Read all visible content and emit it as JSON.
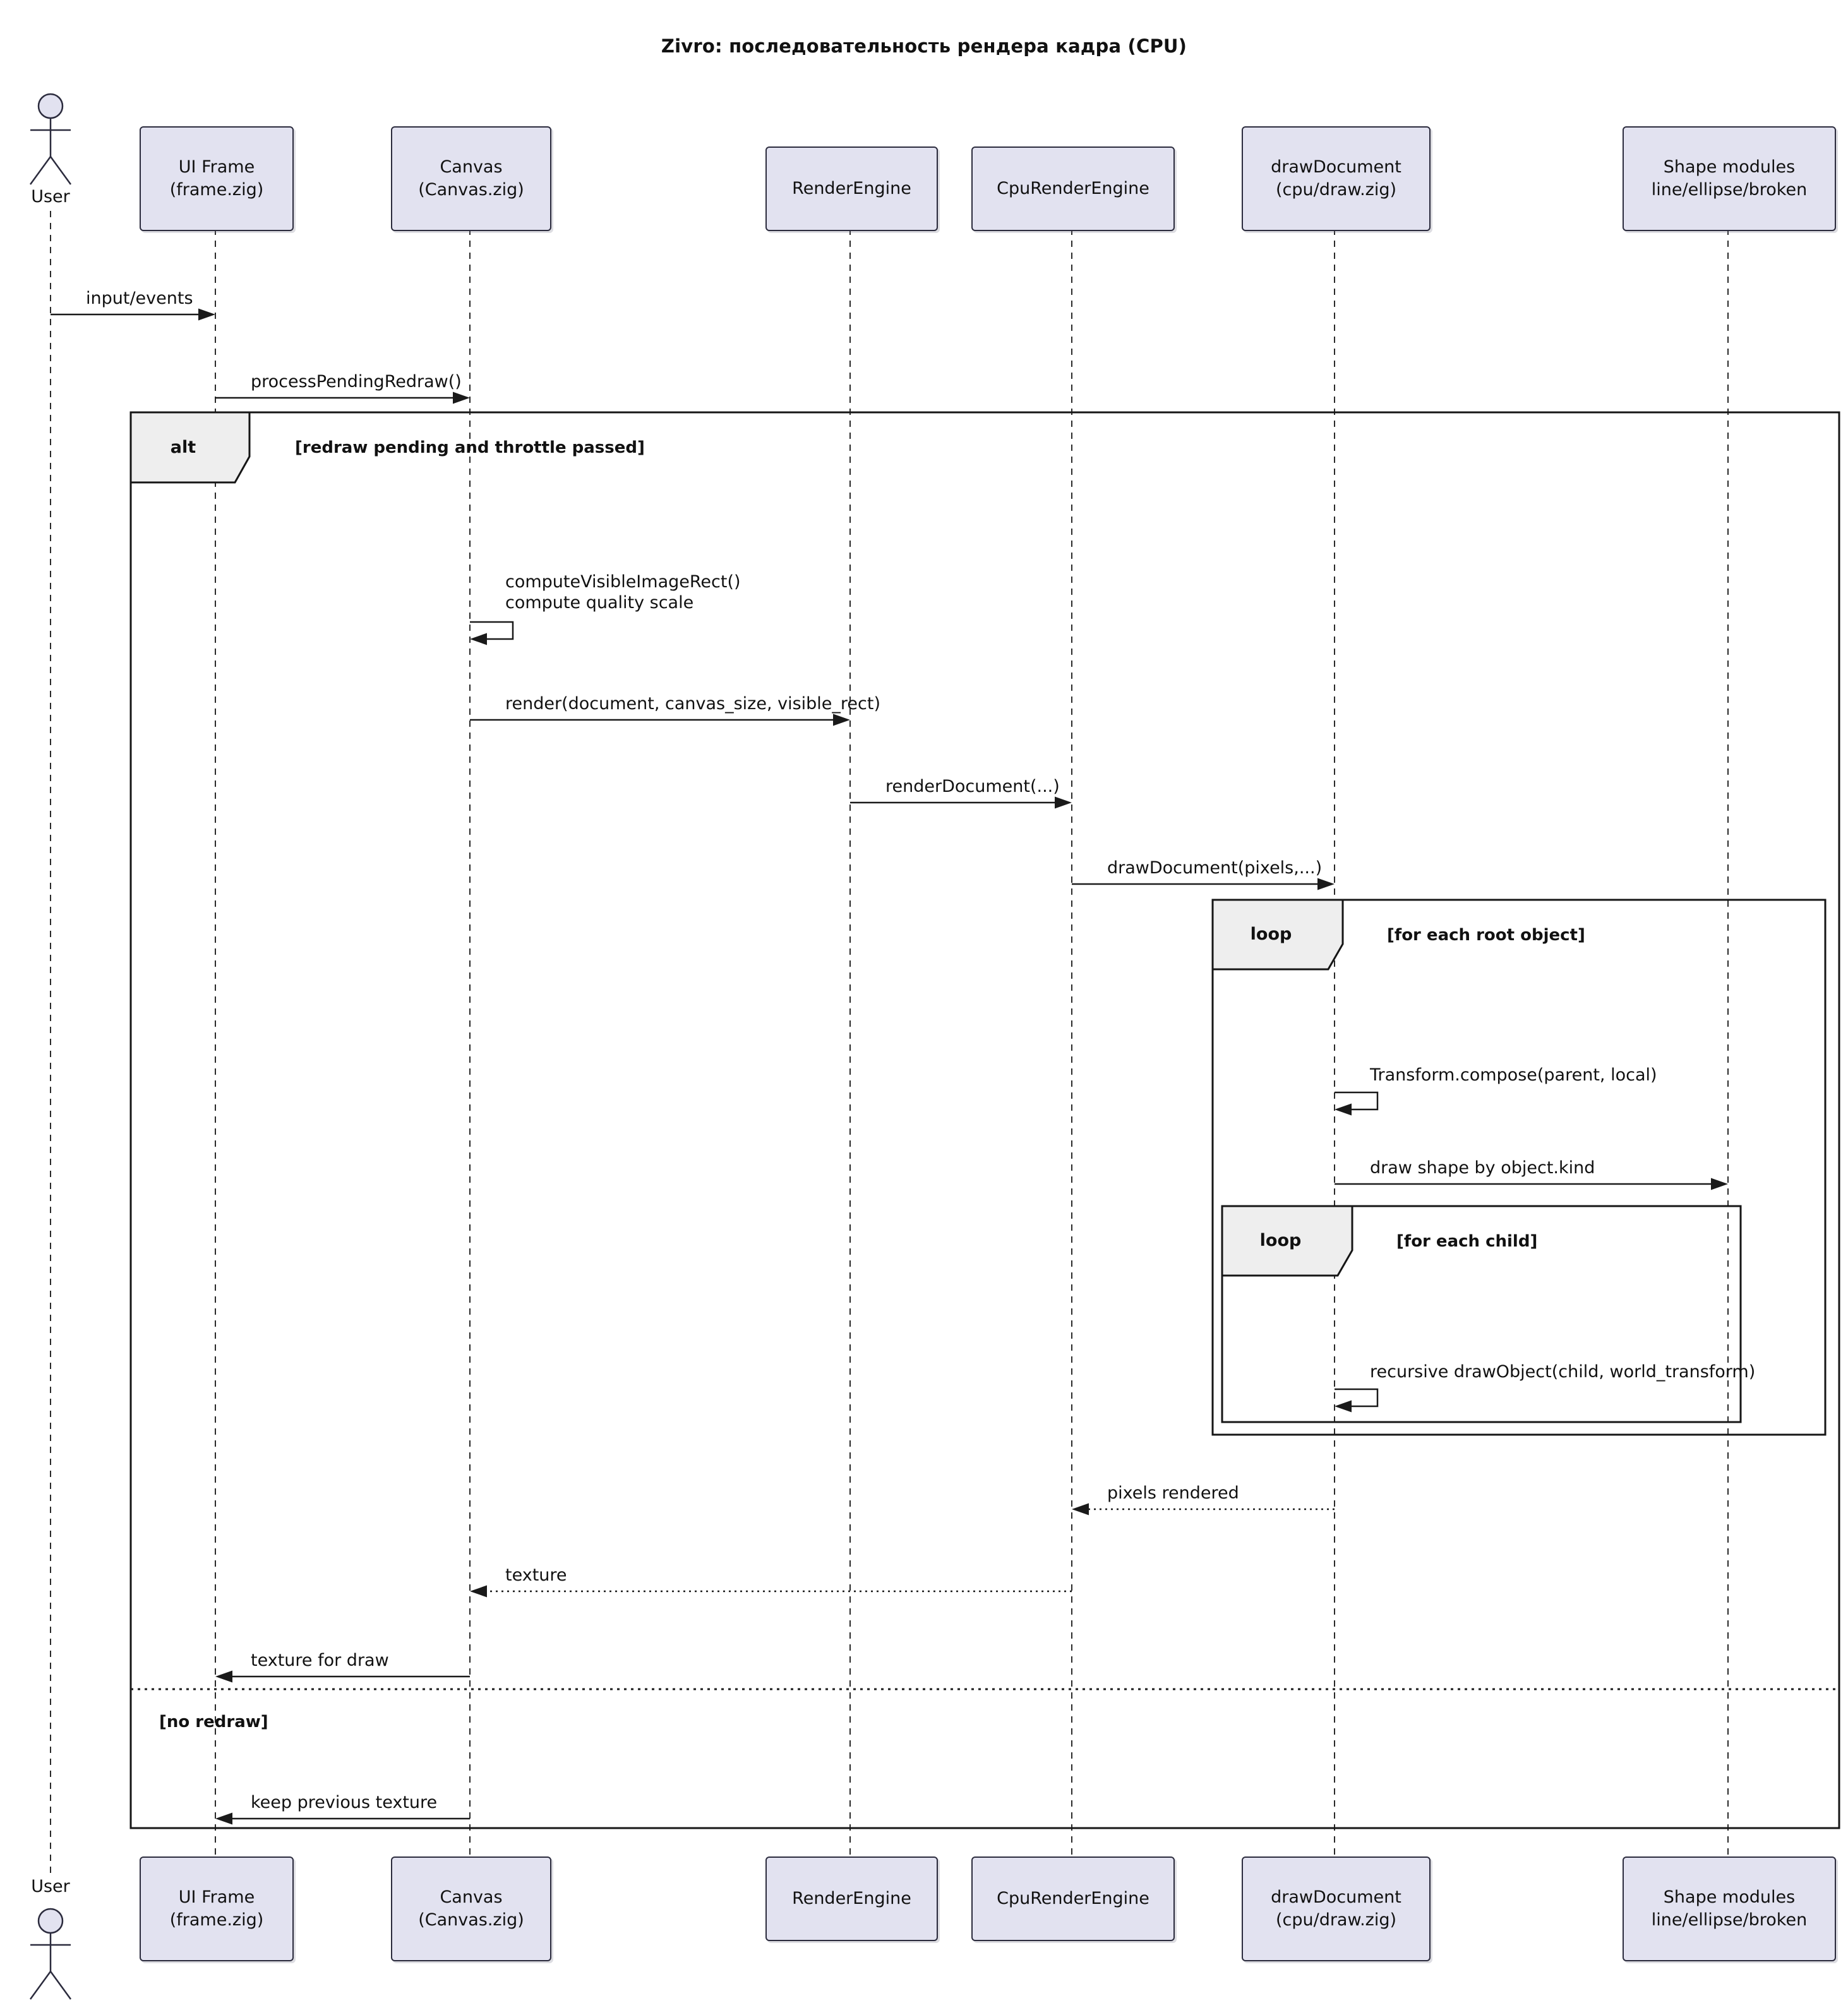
{
  "title": "Zivro: последовательность рендера кадра (CPU)",
  "colors": {
    "participant_fill": "#E2E2F0",
    "participant_border": "#2b2b3d",
    "fragment_label_fill": "#EEEEEE",
    "frame_border": "#161616",
    "line": "#1a1a1a",
    "background": "#ffffff"
  },
  "participants": [
    {
      "id": "user",
      "type": "actor",
      "label": "User"
    },
    {
      "id": "ui_frame",
      "type": "box",
      "label": "UI Frame\n(frame.zig)"
    },
    {
      "id": "canvas",
      "type": "box",
      "label": "Canvas\n(Canvas.zig)"
    },
    {
      "id": "render_engine",
      "type": "box",
      "label": "RenderEngine"
    },
    {
      "id": "cpu_render_engine",
      "type": "box",
      "label": "CpuRenderEngine"
    },
    {
      "id": "draw_document",
      "type": "box",
      "label": "drawDocument\n(cpu/draw.zig)"
    },
    {
      "id": "shape_modules",
      "type": "box",
      "label": "Shape modules\nline/ellipse/broken"
    }
  ],
  "messages": {
    "input_events": "input/events",
    "process_pending_redraw": "processPendingRedraw()",
    "compute_visible": "computeVisibleImageRect()\ncompute quality scale",
    "render": "render(document, canvas_size, visible_rect)",
    "render_document": "renderDocument(...)",
    "draw_document": "drawDocument(pixels,...)",
    "transform_compose": "Transform.compose(parent, local)",
    "draw_shape": "draw shape by object.kind",
    "recursive_draw": "recursive drawObject(child, world_transform)",
    "pixels_rendered": "pixels rendered",
    "texture": "texture",
    "texture_for_draw": "texture for draw",
    "keep_previous_texture": "keep previous texture"
  },
  "fragments": {
    "alt": {
      "label": "alt",
      "condition": "[redraw pending and throttle passed]",
      "else_condition": "[no redraw]"
    },
    "loop_root": {
      "label": "loop",
      "condition": "[for each root object]"
    },
    "loop_child": {
      "label": "loop",
      "condition": "[for each child]"
    }
  }
}
